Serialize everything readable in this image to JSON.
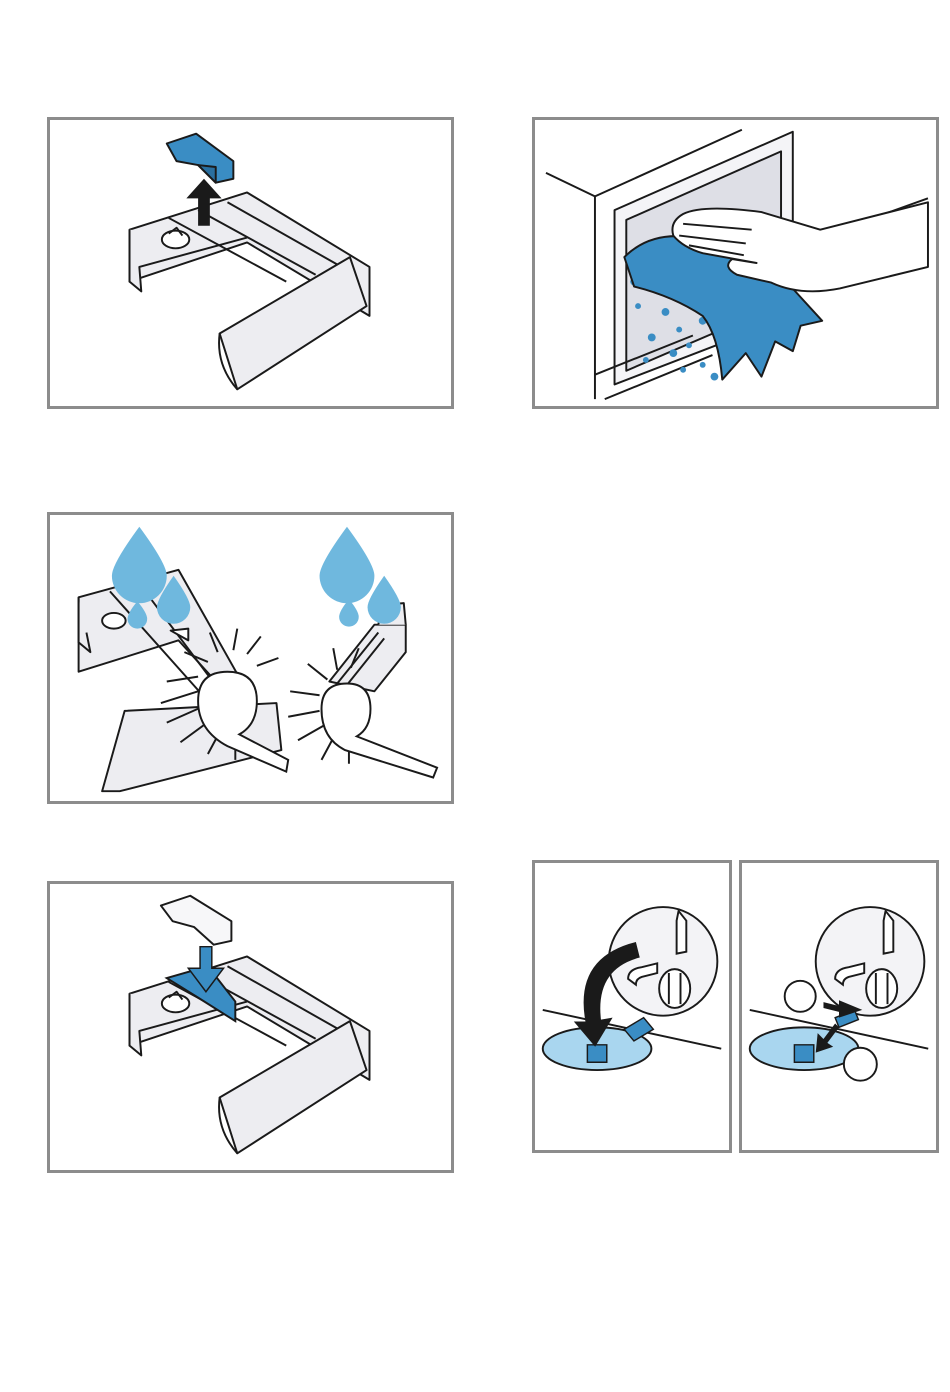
{
  "colors": {
    "frame": "#8c8c8c",
    "accent_blue": "#3a8dc4",
    "water_blue": "#6fb8de",
    "light_blue": "#a9d6ef",
    "part_fill": "#e9e9ee",
    "line": "#1a1a1a"
  },
  "figures": [
    {
      "id": "remove-siphon",
      "icons": [
        "drawer-icon",
        "siphon-insert-icon",
        "arrow-up-icon"
      ]
    },
    {
      "id": "wipe-drawer-recess",
      "icons": [
        "cloth-icon",
        "hand-icon",
        "dirt-particles-icon"
      ]
    },
    {
      "id": "brush-clean-drawer",
      "icons": [
        "water-drop-icon",
        "brush-icon",
        "drawer-icon",
        "siphon-insert-icon"
      ]
    },
    {
      "id": "reinsert-siphon",
      "icons": [
        "drawer-icon",
        "siphon-insert-icon",
        "arrow-down-icon"
      ]
    },
    {
      "id": "open-pump-flap",
      "icons": [
        "pump-cover-icon",
        "flap-icon",
        "curved-arrow-icon"
      ]
    },
    {
      "id": "remove-pump-flap",
      "icons": [
        "pump-cover-icon",
        "flap-icon",
        "arrow-icon"
      ],
      "callouts": [
        "",
        ""
      ]
    }
  ]
}
